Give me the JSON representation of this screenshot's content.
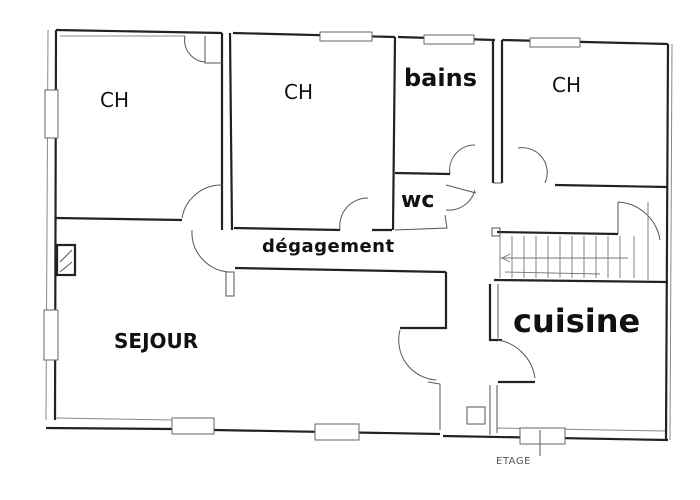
{
  "plan": {
    "type": "floor-plan",
    "rooms": {
      "bedroom_1": {
        "label": "CH"
      },
      "bedroom_2": {
        "label": "CH"
      },
      "bathroom": {
        "label": "bains"
      },
      "bedroom_3": {
        "label": "CH"
      },
      "toilet": {
        "label": "wc"
      },
      "hallway": {
        "label": "dégagement"
      },
      "living_room": {
        "label": "SEJOUR"
      },
      "kitchen": {
        "label": "cuisine"
      }
    },
    "annotations": {
      "upper_floor": "ETAGE"
    },
    "colors": {
      "wall": "#222222",
      "background": "#ffffff"
    }
  }
}
